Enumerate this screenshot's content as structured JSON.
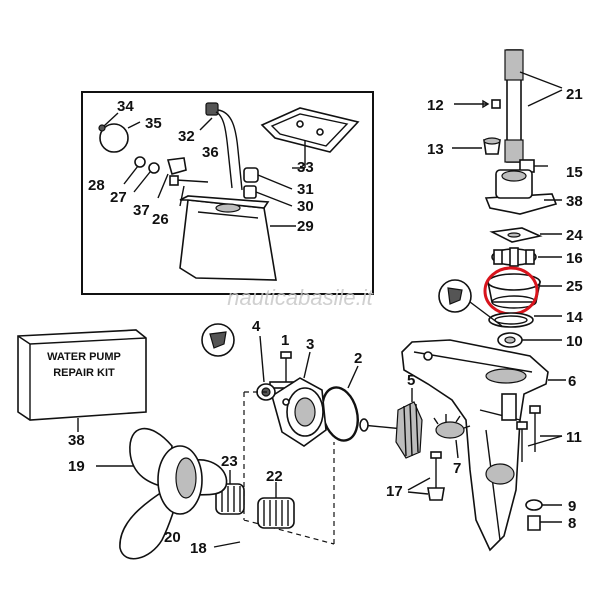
{
  "callouts": {
    "n1": "1",
    "n2": "2",
    "n3": "3",
    "n4": "4",
    "n5": "5",
    "n6": "6",
    "n7": "7",
    "n8": "8",
    "n9": "9",
    "n10": "10",
    "n11": "11",
    "n12": "12",
    "n13": "13",
    "n14": "14",
    "n15": "15",
    "n16": "16",
    "n17": "17",
    "n18": "18",
    "n19": "19",
    "n20": "20",
    "n21": "21",
    "n22": "22",
    "n23": "23",
    "n24": "24",
    "n25": "25",
    "n26": "26",
    "n27": "27",
    "n28": "28",
    "n29": "29",
    "n30": "30",
    "n31": "31",
    "n32": "32",
    "n33": "33",
    "n34": "34",
    "n35": "35",
    "n36": "36",
    "n37": "37",
    "n38": "38",
    "n38b": "38"
  },
  "kit_box": {
    "line1": "WATER PUMP",
    "line2": "REPAIR KIT"
  },
  "watermark": "nauticabasile.it",
  "colors": {
    "highlight": "#d8141c",
    "ink": "#111111",
    "watermark": "#c8c8c8"
  }
}
